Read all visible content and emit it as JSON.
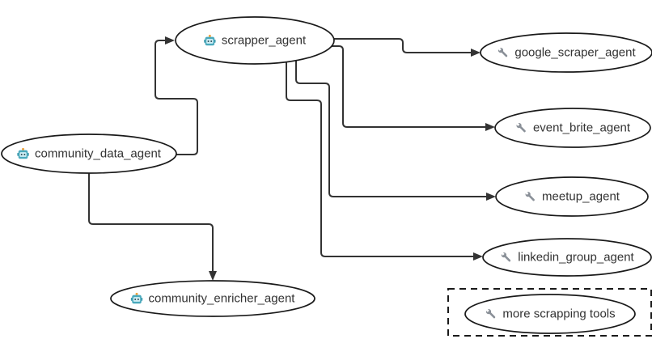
{
  "diagram": {
    "type": "flowchart",
    "background": "#ffffff",
    "colors": {
      "edge": "#333333",
      "node_border": "#1a1a1a",
      "node_fill": "#ffffff",
      "text": "#333333",
      "robot_head": "#4aa9bc",
      "robot_face": "#cfeef5",
      "robot_antenna": "#f2a33c",
      "robot_eyes": "#2c4f58",
      "wrench": "#8a9098"
    },
    "nodes": [
      {
        "id": "community_data_agent",
        "label": "community_data_agent",
        "icon": "robot"
      },
      {
        "id": "scrapper_agent",
        "label": "scrapper_agent",
        "icon": "robot"
      },
      {
        "id": "community_enricher_agent",
        "label": "community_enricher_agent",
        "icon": "robot"
      },
      {
        "id": "google_scraper_agent",
        "label": "google_scraper_agent",
        "icon": "wrench"
      },
      {
        "id": "event_brite_agent",
        "label": "event_brite_agent",
        "icon": "wrench"
      },
      {
        "id": "meetup_agent",
        "label": "meetup_agent",
        "icon": "wrench"
      },
      {
        "id": "linkedin_group_agent",
        "label": "linkedin_group_agent",
        "icon": "wrench"
      },
      {
        "id": "more_scrapping_tools",
        "label": "more scrapping tools",
        "icon": "wrench",
        "container": "dashed-box"
      }
    ],
    "edges": [
      {
        "from": "community_data_agent",
        "to": "scrapper_agent"
      },
      {
        "from": "community_data_agent",
        "to": "community_enricher_agent"
      },
      {
        "from": "scrapper_agent",
        "to": "google_scraper_agent"
      },
      {
        "from": "scrapper_agent",
        "to": "event_brite_agent"
      },
      {
        "from": "scrapper_agent",
        "to": "meetup_agent"
      },
      {
        "from": "scrapper_agent",
        "to": "linkedin_group_agent"
      }
    ]
  }
}
